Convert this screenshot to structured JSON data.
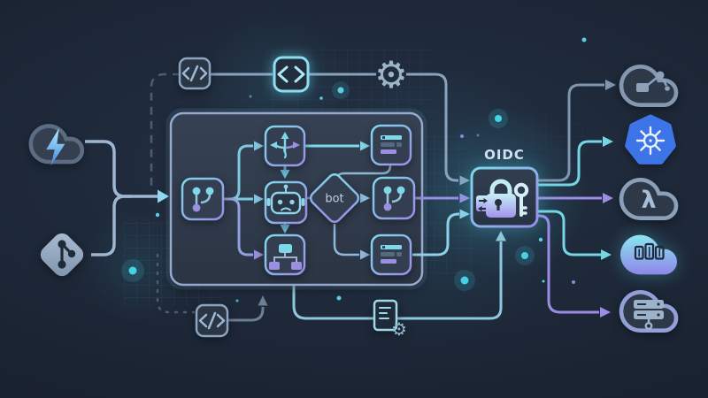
{
  "diagram": {
    "auth": {
      "label": "OIDC",
      "icon": "lock-key-exchange-icon"
    },
    "pipeline": {
      "gate_label": "bot",
      "stage_icons": [
        "git-branch-icon",
        "route-split-icon",
        "robot-icon",
        "hierarchy-icon",
        "build-list-icon",
        "git-merge-icon",
        "deploy-list-icon"
      ]
    },
    "sources": [
      {
        "icon": "storm-cloud-icon"
      },
      {
        "icon": "git-logo-icon"
      }
    ],
    "top_rail_icons": [
      "code-slash-icon",
      "code-angle-icon",
      "gear-icon"
    ],
    "bottom_rail_icons": [
      "code-slash-icon",
      "config-file-gear-icon"
    ],
    "targets": [
      {
        "icon": "cloud-commit-icon"
      },
      {
        "icon": "kubernetes-icon"
      },
      {
        "icon": "cloud-lambda-icon"
      },
      {
        "icon": "cloud-containers-icon"
      },
      {
        "icon": "cloud-server-icon"
      }
    ],
    "icons": {
      "gear_glyph": "⚙",
      "lambda_glyph": "λ"
    },
    "colors": {
      "background": "#1b2433",
      "accent_cyan": "#7fd8e8",
      "accent_purple": "#9a8fe0",
      "line_blue": "#8fb8d8",
      "steel": "#8aa3bd",
      "kubernetes_blue": "#3d74e8",
      "panel": "#333f50",
      "border_light": "#96a9cb"
    }
  }
}
